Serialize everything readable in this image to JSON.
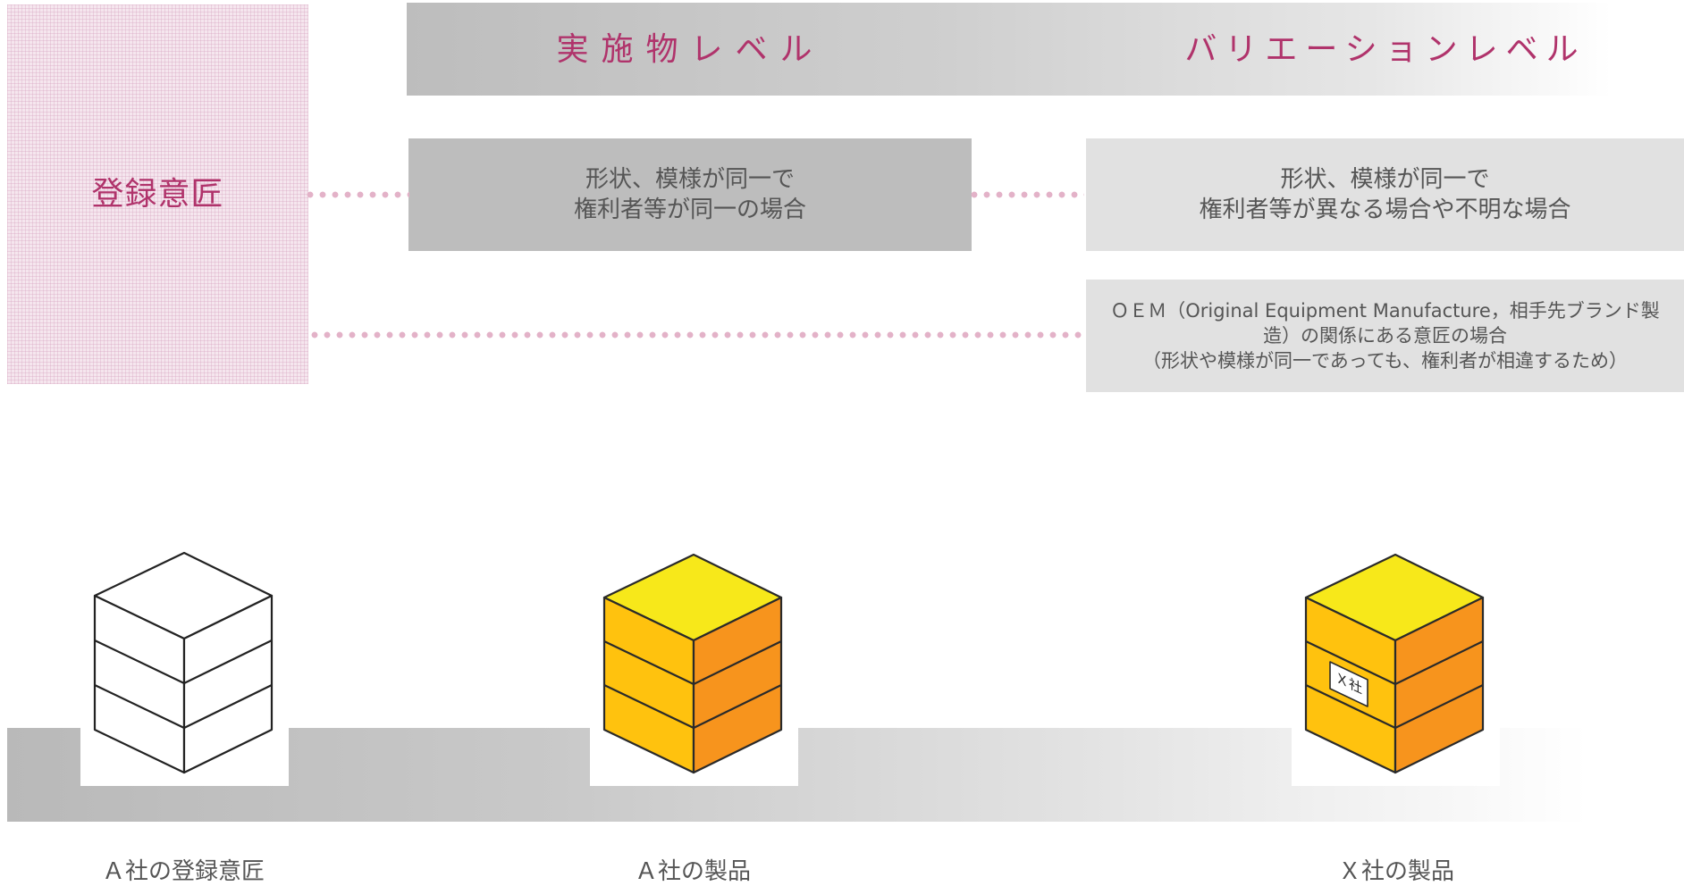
{
  "registered_design": {
    "label": "登録意匠"
  },
  "levels": {
    "implementation": "実施物レベル",
    "variation": "バリエーションレベル"
  },
  "conditions": {
    "same_owner": {
      "line1": "形状、模様が同一で",
      "line2": "権利者等が同一の場合"
    },
    "different_owner": {
      "line1": "形状、模様が同一で",
      "line2": "権利者等が異なる場合や不明な場合"
    },
    "oem": {
      "line1": "ＯＥＭ（Original Equipment Manufacture，相手先ブランド製",
      "line2": "造）の関係にある意匠の場合",
      "line3": "（形状や模様が同一であっても、権利者が相違するため）"
    }
  },
  "products": [
    {
      "caption": "Ａ社の登録意匠",
      "fill": "outline"
    },
    {
      "caption": "Ａ社の製品",
      "fill": "yellow"
    },
    {
      "caption": "Ｘ社の製品",
      "fill": "yellow",
      "label": "Ｘ社"
    }
  ],
  "colors": {
    "accent": "#b0336b",
    "cube_top": "#f7e81a",
    "cube_left": "#ffc20e",
    "cube_right": "#f7941d"
  }
}
